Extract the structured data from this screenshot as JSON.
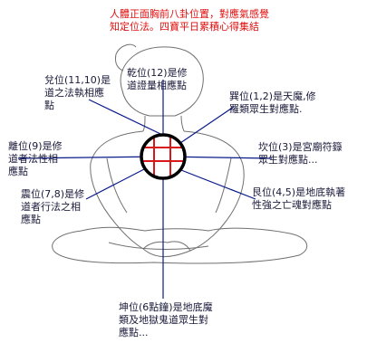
{
  "title": {
    "line1": "人體正面胸前八卦位置，對應氣感覺",
    "line2": "知定位法。四寶平日累積心得集結"
  },
  "labels": {
    "qian": {
      "line1": "乾位(12)是修",
      "line2": "道證量相應點"
    },
    "dui": {
      "line1": "兌位(11,10)是",
      "line2": "道之法執相應",
      "line3": "點"
    },
    "xun": {
      "line1": "巽位(1,2)是天魔,修",
      "line2": "羅類眾生對應點."
    },
    "li": {
      "line1": "離位(9)是修",
      "line2": "道者法性相",
      "line3": "應點"
    },
    "kan": {
      "line1": "坎位(3)是宮廟符籙",
      "line2": "眾生對應點..."
    },
    "zhen": {
      "line1": "震位(7,8)是修",
      "line2": "道者行法之相",
      "line3": "應點"
    },
    "gen": {
      "line1": "艮位(4,5)是地底執著",
      "line2": "性強之亡魂對應點"
    },
    "kun": {
      "line1": "坤位(6點鐘)是地底魔",
      "line2": "類及地獄鬼道眾生對",
      "line3": "應點..."
    }
  },
  "colors": {
    "sketch": "#707070",
    "pointer": "#0a1a8a",
    "center_fill": "#ffffff",
    "center_grid": "#d81818",
    "center_ring": "#000000",
    "title": "#e01010"
  }
}
